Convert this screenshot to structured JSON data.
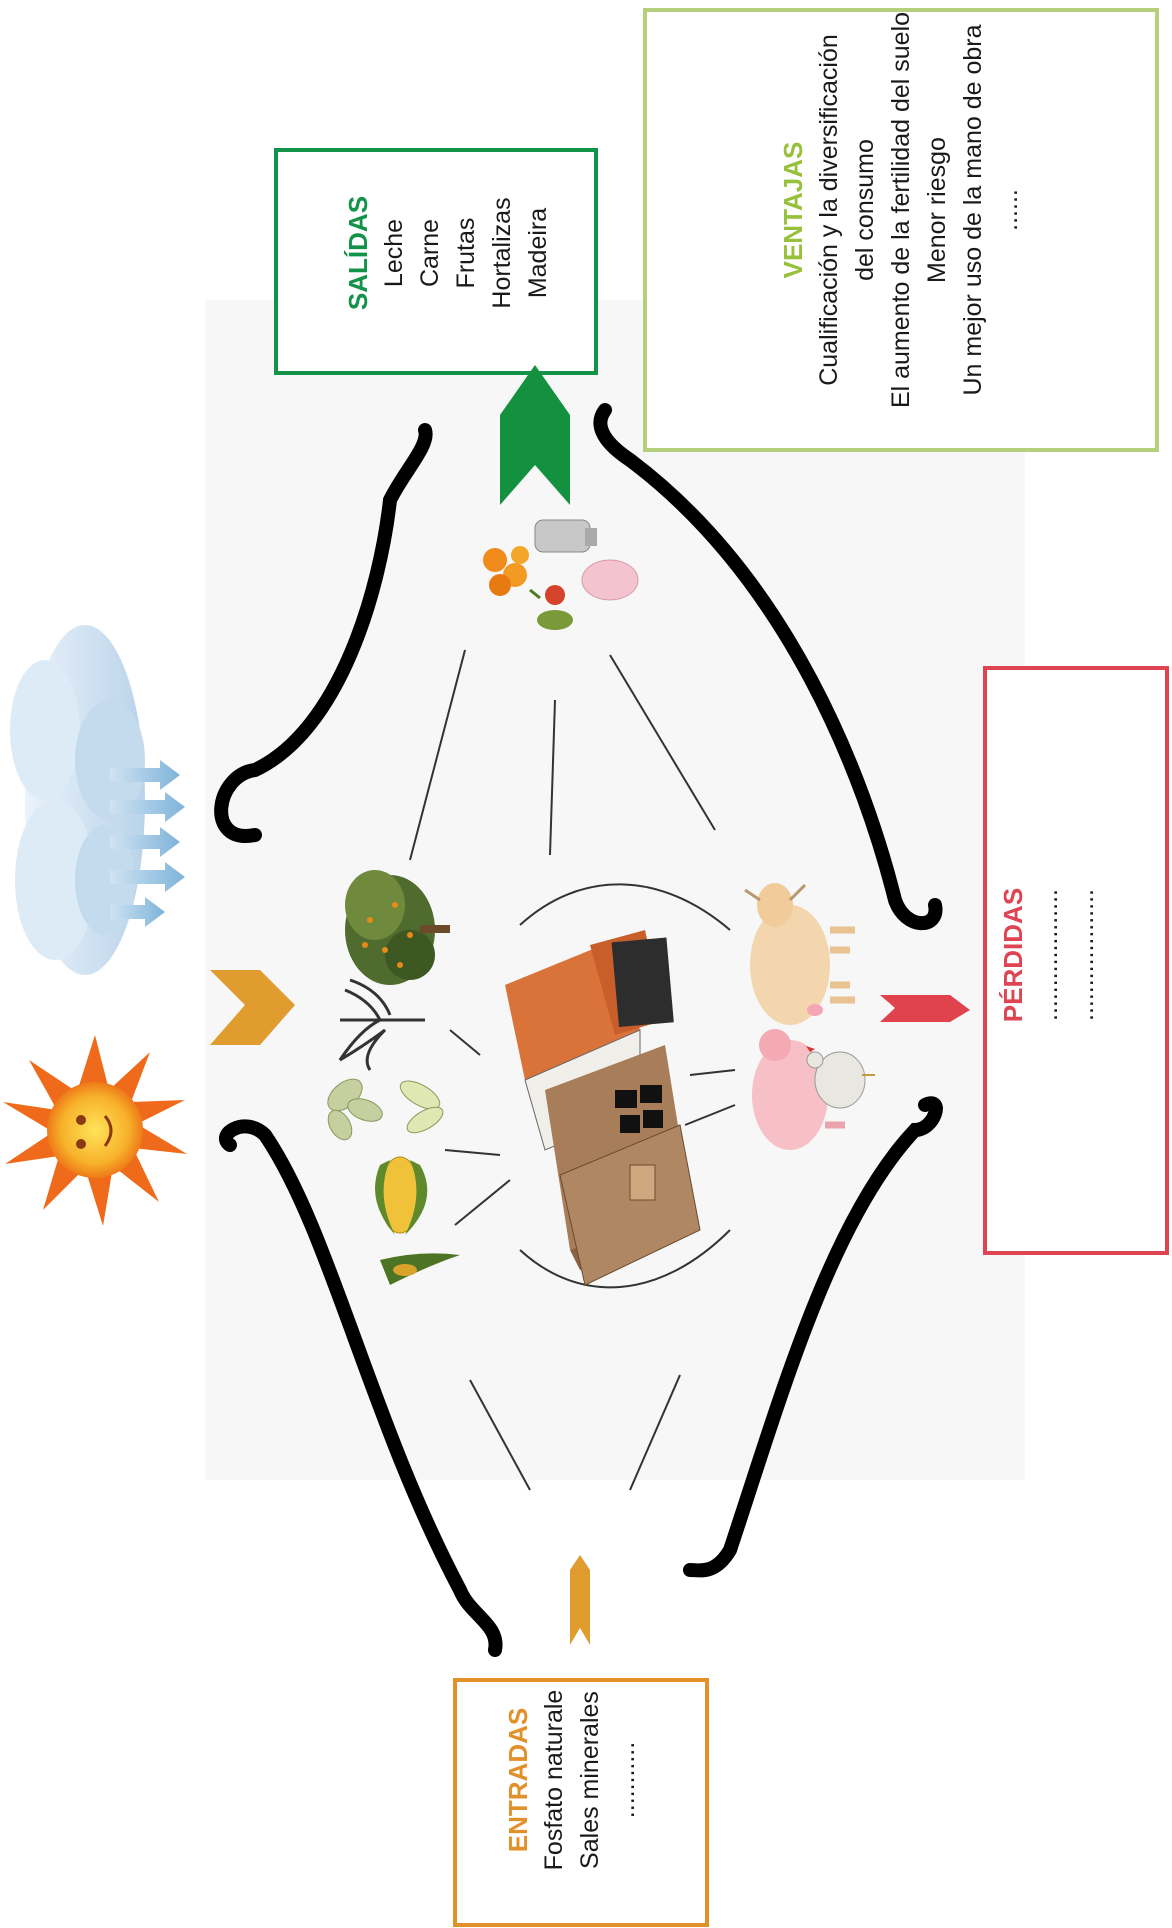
{
  "colors": {
    "entradas": "#e2902a",
    "salidas": "#13934a",
    "ventajas": "#b5d07d",
    "ventajas_title": "#97c13c",
    "perdidas": "#df4452",
    "curve": "#000000",
    "cloud": "#cfe2f1",
    "sun": "#f28a1e",
    "arrow_entradas": "#e19c2f",
    "arrow_salidas": "#14913f",
    "arrow_perdidas": "#e0424e"
  },
  "salidas": {
    "title": "SALÍDAS",
    "items": [
      "Leche",
      "Carne",
      "Frutas",
      "Hortalizas",
      "Madeira"
    ]
  },
  "ventajas": {
    "title": "VENTAJAS",
    "items": [
      "Cualificación y la diversificación del consumo",
      "El aumento de la fertilidad del suelo",
      "Menor riesgo",
      "Un mejor uso de la mano de obra",
      "......"
    ]
  },
  "perdidas": {
    "title": "PÉRDIDAS",
    "items": [
      "...................",
      "..................."
    ]
  },
  "entradas": {
    "title": "ENTRADAS",
    "items": [
      "Fosfato naturale",
      "Sales minerales",
      "..........."
    ]
  },
  "icons": [
    "sun-icon",
    "cloud-icon",
    "farmhouse-icon",
    "orange-tree-icon",
    "palm-icon",
    "leaves-icon",
    "corn-icon",
    "cow-icon",
    "pig-icon",
    "hen-icon",
    "milk-can-icon",
    "oranges-icon",
    "meat-icon",
    "vegetables-icon"
  ]
}
